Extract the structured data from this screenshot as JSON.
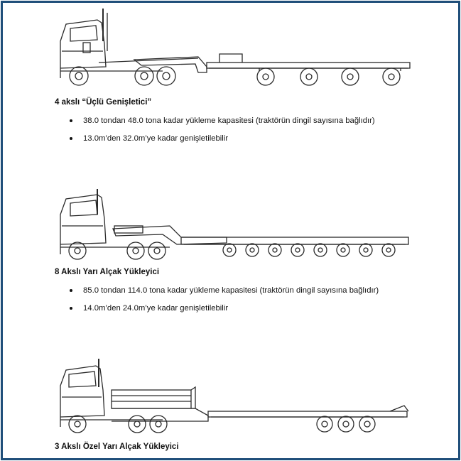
{
  "sections": [
    {
      "image": "truck-4-axle-extendable-trailer",
      "title": "4 akslı “Üçlü Genişletici”",
      "bullets": [
        "38.0 tondan 48.0 tona kadar yükleme kapasitesi (traktörün dingil sayısına bağlıdır)",
        "13.0m’den 32.0m’ye kadar genişletilebilir"
      ]
    },
    {
      "image": "truck-8-axle-semi-lowloader",
      "title": "8 Akslı Yarı Alçak Yükleyici",
      "bullets": [
        "85.0 tondan 114.0 tona kadar yükleme kapasitesi (traktörün dingil sayısına bağlıdır)",
        "14.0m’den 24.0m’ye kadar genişletilebilir"
      ]
    },
    {
      "image": "truck-3-axle-special-semi-lowloader",
      "title": "3 Akslı Özel Yarı Alçak Yükleyici",
      "bullets": []
    }
  ],
  "colors": {
    "frame_border": "#1f4e79",
    "line_art": "#2a2a2a"
  }
}
